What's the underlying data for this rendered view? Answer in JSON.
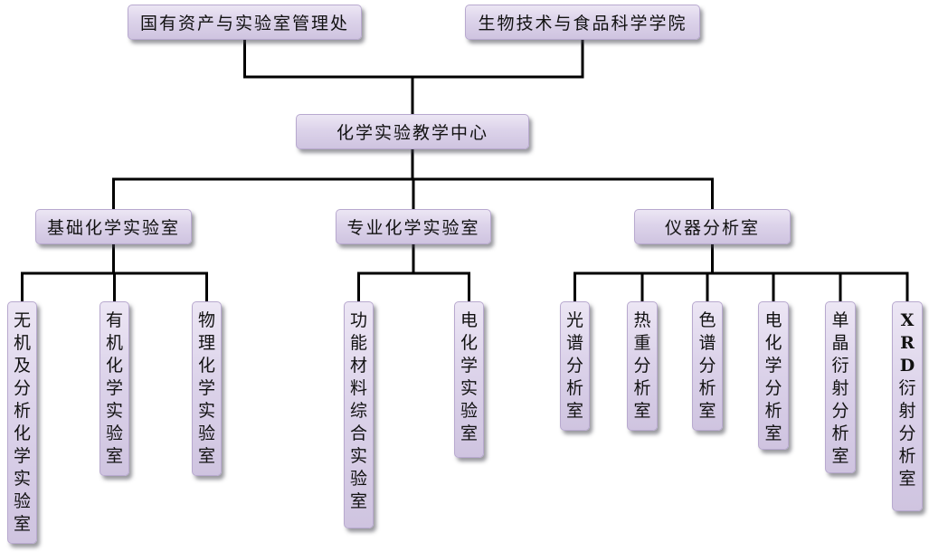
{
  "diagram": {
    "parents": [
      {
        "id": "assets",
        "label": "国有资产与实验室管理处"
      },
      {
        "id": "college",
        "label": "生物技术与食品科学学院"
      }
    ],
    "center": {
      "id": "center",
      "label": "化学实验教学中心"
    },
    "groups": [
      {
        "id": "basic",
        "label": "基础化学实验室",
        "labs": [
          {
            "id": "inorganic",
            "label": "无机及分析化学实验室"
          },
          {
            "id": "organic",
            "label": "有机化学实验室"
          },
          {
            "id": "physical",
            "label": "物理化学实验室"
          }
        ]
      },
      {
        "id": "professional",
        "label": "专业化学实验室",
        "labs": [
          {
            "id": "materials",
            "label": "功能材料综合实验室"
          },
          {
            "id": "electro",
            "label": "电化学实验室"
          }
        ]
      },
      {
        "id": "instrument",
        "label": "仪器分析室",
        "labs": [
          {
            "id": "spectro",
            "label": "光谱分析室"
          },
          {
            "id": "thermo",
            "label": "热重分析室"
          },
          {
            "id": "chromato",
            "label": "色谱分析室"
          },
          {
            "id": "electrochem",
            "label": "电化学分析室"
          },
          {
            "id": "singlecrystal",
            "label": "单晶衍射分析室"
          },
          {
            "id": "xrd",
            "label": "XRD衍射分析室"
          }
        ]
      }
    ]
  }
}
